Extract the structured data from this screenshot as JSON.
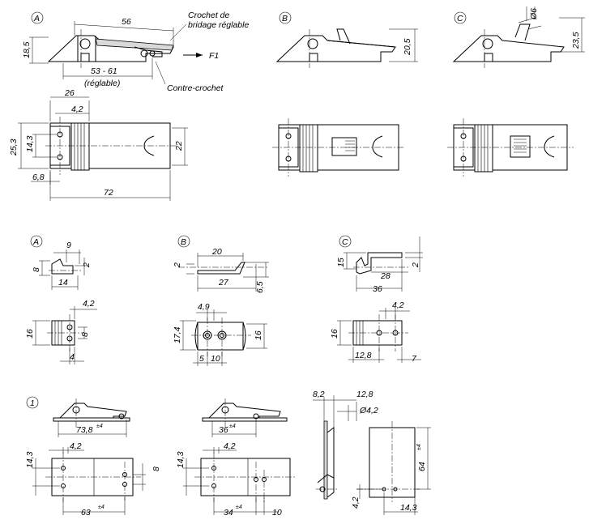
{
  "views": {
    "A": "A",
    "B": "B",
    "C": "C",
    "one": "1"
  },
  "notes": {
    "crochet_line1": "Crochet de",
    "crochet_line2": "bridage réglable",
    "contre_crochet": "Contre-crochet",
    "force": "F1",
    "reglable": "(réglable)"
  },
  "dims_top": {
    "d56": "56",
    "d18_5": "18,5",
    "d53_61": "53 - 61",
    "d20_5": "20,5",
    "d6": "Ø6",
    "d23_5": "23,5"
  },
  "dims_plan": {
    "d26": "26",
    "d4_2": "4,2",
    "d25_3": "25,3",
    "d14_3": "14,3",
    "d6_8": "6,8",
    "d72": "72",
    "d22": "22"
  },
  "dims_parts": {
    "a_9": "9",
    "a_8": "8",
    "a_2": "2",
    "a_14": "14",
    "a_4_2": "4,2",
    "a_16": "16",
    "a_8b": "8",
    "a_4": "4",
    "b_20": "20",
    "b_2": "2",
    "b_27": "27",
    "b_6_5": "6,5",
    "b_4_9": "4,9",
    "b_17_4": "17,4",
    "b_16": "16",
    "b_5": "5",
    "b_10": "10",
    "c_15": "15",
    "c_28": "28",
    "c_2": "2",
    "c_36": "36",
    "c_4_2": "4,2",
    "c_16": "16",
    "c_12_8": "12,8",
    "c_7": "7"
  },
  "dims_mount": {
    "m_73_8": "73,8",
    "m_tol4": "±4",
    "m_36": "36",
    "m_8_2": "8,2",
    "m_12_8": "12,8",
    "m_d4_2": "Ø4,2",
    "m_4_2a": "4,2",
    "m_14_3a": "14,3",
    "m_8": "8",
    "m_63": "63",
    "m_4_2b": "4,2",
    "m_14_3b": "14,3",
    "m_34": "34",
    "m_10": "10",
    "m_64": "64",
    "m_4_2c": "4,2",
    "m_14_3c": "14,3"
  }
}
